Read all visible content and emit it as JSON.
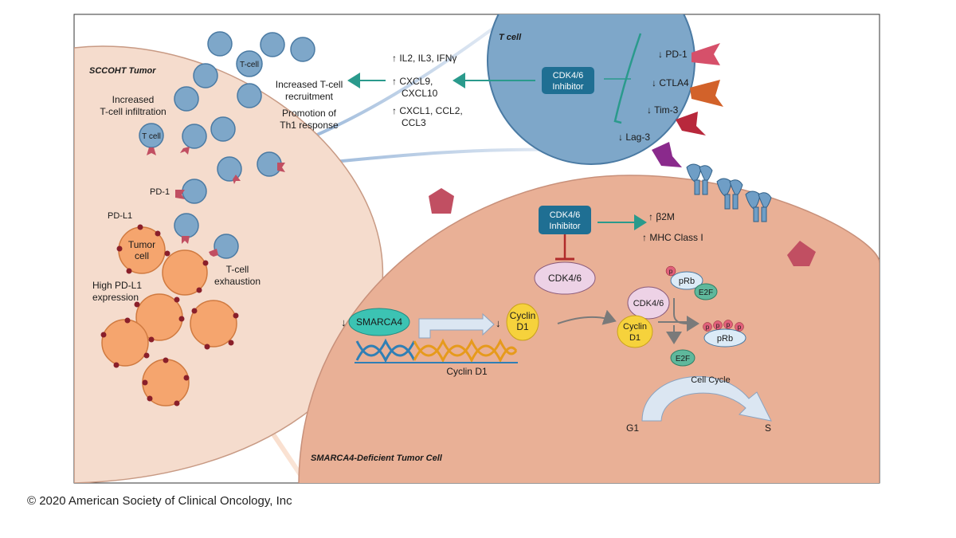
{
  "labels": {
    "sccoht_tumor": "SCCOHT Tumor",
    "increased_infiltration_1": "Increased",
    "increased_infiltration_2": "T-cell infiltration",
    "t_cell_small": "T cell",
    "t_cell_hyphen": "T-cell",
    "pd1": "PD-1",
    "pdl1": "PD-L1",
    "tumor_cell_1": "Tumor",
    "tumor_cell_2": "cell",
    "high_pdl1_1": "High PD-L1",
    "high_pdl1_2": "expression",
    "exhaustion_1": "T-cell",
    "exhaustion_2": "exhaustion",
    "recruitment_1": "Increased T-cell",
    "recruitment_2": "recruitment",
    "th1_1": "Promotion of",
    "th1_2": "Th1 response",
    "cyto_1": "↑ IL2, IL3, IFNγ",
    "cyto_2a": "↑ CXCL9,",
    "cyto_2b": "CXCL10",
    "cyto_3a": "↑ CXCL1, CCL2,",
    "cyto_3b": "CCL3",
    "t_cell_title": "T cell",
    "cdk_inhibitor_1": "CDK4/6",
    "cdk_inhibitor_2": "Inhibitor",
    "pd1_down": "↓ PD-1",
    "ctla4_down": "↓ CTLA4",
    "tim3_down": "↓ Tim-3",
    "lag3_down": "↓ Lag-3",
    "b2m_up": "↑ β2M",
    "mhc_up": "↑ MHC Class I",
    "cdk46": "CDK4/6",
    "smarca4": "SMARCA4",
    "down_arrow": "↓",
    "cyclin_1": "Cyclin",
    "cyclin_2": "D1",
    "cyclin_gene": "Cyclin D1",
    "prb": "pRb",
    "p": "p",
    "e2f": "E2F",
    "cell_cycle": "Cell Cycle",
    "g1": "G1",
    "s": "S",
    "smarca4_tumor_cell": "SMARCA4-Deficient Tumor Cell"
  },
  "copyright": "© 2020 American Society of Clinical Oncology, Inc",
  "colors": {
    "tumor_bg": "#f5dccd",
    "tumor_border": "#c89a84",
    "cell_bg": "#e9b096",
    "tcell_blue": "#7ea7c9",
    "tcell_border": "#4a7aa3",
    "inhibitor_box": "#1f6f93",
    "teal_arrow": "#2a9a8c",
    "orange_cell": "#f5a56e",
    "receptor_red": "#b8283c",
    "smarca_teal": "#3cc3b3",
    "cyclin_yellow": "#f6d23c",
    "cdk_pink": "#edd2e6",
    "e2f_green": "#5fb89c",
    "dna_blue": "#2f7fb5",
    "dna_orange": "#e69a1c"
  }
}
